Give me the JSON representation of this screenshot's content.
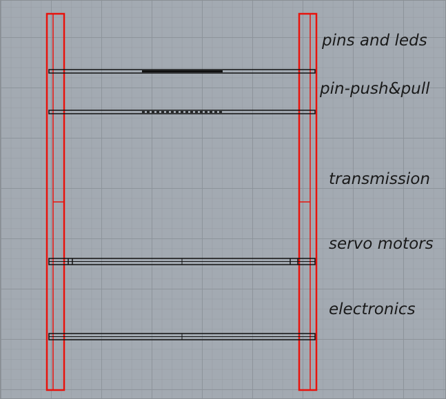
{
  "colors": {
    "frame": "#e8120c",
    "outline": "#111111",
    "background": "#a3aab2"
  },
  "labels": {
    "pins_and_leds": "pins and leds",
    "pin_push_pull": "pin-push&pull",
    "transmission": "transmission",
    "servo_motors": "servo motors",
    "electronics": "electronics"
  }
}
